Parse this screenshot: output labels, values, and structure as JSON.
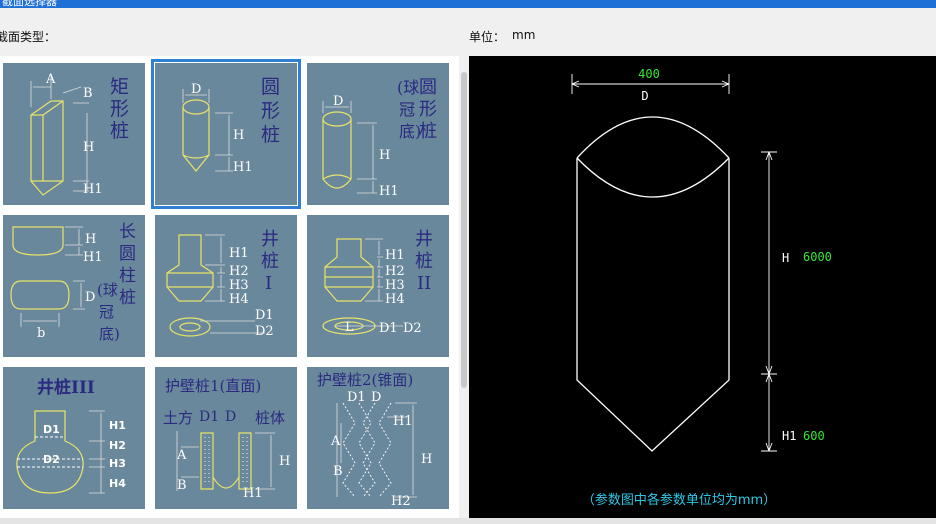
{
  "window": {
    "title": "截面选择器"
  },
  "section_type_label": "截面类型：",
  "unit": {
    "label": "单位：",
    "value": "mm"
  },
  "tiles": [
    {
      "name": "矩形桩",
      "dims": [
        "A",
        "B",
        "H",
        "H1"
      ],
      "selected": false
    },
    {
      "name": "圆形桩",
      "dims": [
        "D",
        "H",
        "H1"
      ],
      "selected": true
    },
    {
      "name": "圆形桩(球冠底)",
      "dims": [
        "D",
        "H",
        "H1"
      ],
      "selected": false
    },
    {
      "name": "长圆柱桩(球冠底)",
      "dims": [
        "H",
        "H1",
        "D",
        "b"
      ],
      "selected": false
    },
    {
      "name": "井桩I",
      "dims": [
        "H1",
        "H2",
        "H3",
        "H4",
        "D1",
        "D2"
      ],
      "selected": false
    },
    {
      "name": "井桩II",
      "dims": [
        "H1",
        "H2",
        "H3",
        "H4",
        "L",
        "D1",
        "D2"
      ],
      "selected": false
    },
    {
      "name": "井桩III",
      "dims": [
        "D1",
        "D2",
        "H1",
        "H2",
        "H3",
        "H4"
      ],
      "selected": false
    },
    {
      "name": "护壁桩1(直面)",
      "dims": [
        "土方",
        "D1",
        "D",
        "桩体",
        "A",
        "B",
        "H",
        "H1"
      ],
      "selected": false
    },
    {
      "name": "护壁桩2(锥面)",
      "dims": [
        "D1",
        "D",
        "H1",
        "A",
        "B",
        "H",
        "H2"
      ],
      "selected": false
    }
  ],
  "tile_titles": {
    "t0": [
      "矩",
      "形",
      "桩"
    ],
    "t1": [
      "圆",
      "形",
      "桩"
    ],
    "t2": [
      "圆",
      "形",
      "桩"
    ],
    "t2b": [
      "(球",
      "冠",
      "底)"
    ],
    "t3": [
      "长",
      "圆",
      "柱",
      "桩"
    ],
    "t3b": [
      "(球",
      "冠",
      "底)"
    ],
    "t4": [
      "井",
      "桩",
      "I"
    ],
    "t5": [
      "井",
      "桩",
      "II"
    ],
    "t6": "井桩III",
    "t7": "护壁桩1(直面)",
    "t8": "护壁桩2(锥面)"
  },
  "preview": {
    "d_value": "400",
    "d_label": "D",
    "h_label": "H",
    "h_value": "6000",
    "h1_label": "H1",
    "h1_value": "600",
    "note": "（参数图中各参数单位均为mm）",
    "colors": {
      "value": "#35e835",
      "note": "#2ec7e8",
      "line": "#ffffff"
    }
  }
}
